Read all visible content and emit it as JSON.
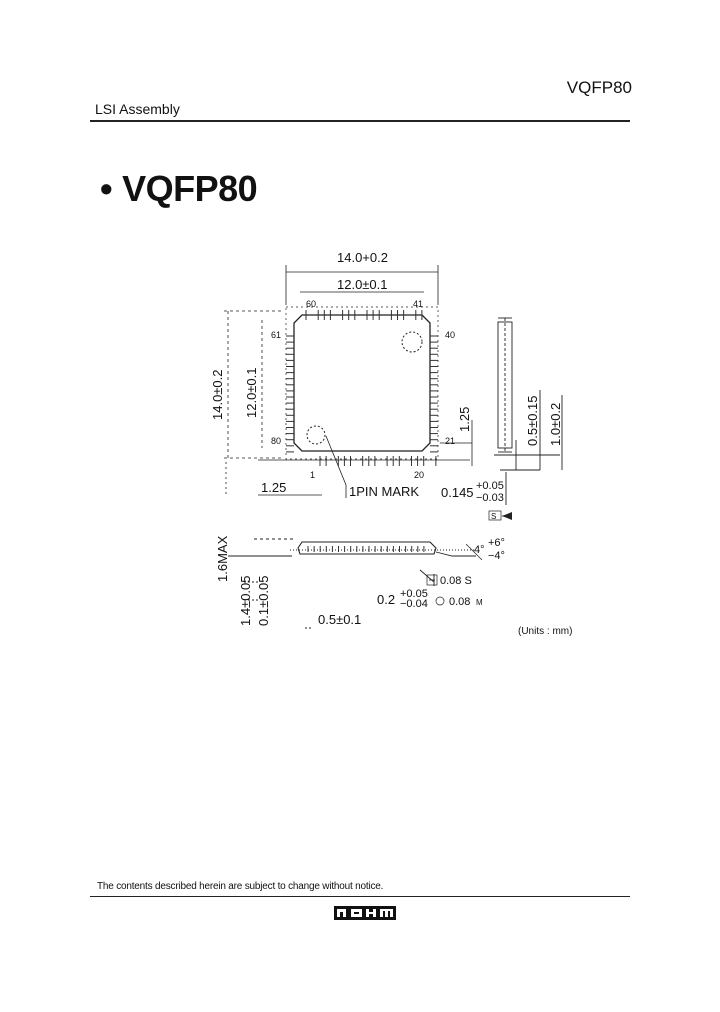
{
  "header": {
    "part_number": "VQFP80",
    "category": "LSI Assembly"
  },
  "title": {
    "bullet": "•",
    "text": "VQFP80"
  },
  "drawing": {
    "dims": {
      "body_outer_width": "14.0+0.2",
      "body_inner_width": "12.0±0.1",
      "body_outer_height": "14.0±0.2",
      "body_inner_height": "12.0±0.1",
      "lead_pitch_offset_right": "1.25",
      "lead_pitch_offset_bottom": "1.25",
      "side_0_5": "0.5±0.15",
      "side_1_0": "1.0±0.2",
      "lead_thickness_base": "0.145",
      "lead_thickness_plus": "+0.05",
      "lead_thickness_minus": "−0.03",
      "height_max": "1.6MAX",
      "standoff_height": "1.4±0.05",
      "standoff_gap": "0.1±0.05",
      "lead_width_base": "0.2",
      "lead_width_plus": "+0.05",
      "lead_width_minus": "−0.04",
      "pitch": "0.5±0.1",
      "angle_base": "4°",
      "angle_plus": "+6°",
      "angle_minus": "−4°",
      "flatness": "0.08 S",
      "position_tol": "0.08",
      "position_symbol": "M"
    },
    "pins": {
      "p1": "1",
      "p20": "20",
      "p21": "21",
      "p40": "40",
      "p41": "41",
      "p60": "60",
      "p61": "61",
      "p80": "80"
    },
    "labels": {
      "pin_mark": "1PIN MARK",
      "units": "(Units : mm)",
      "datum": "S"
    }
  },
  "footer": {
    "notice": "The contents described herein are subject to change without notice.",
    "logo": "ROHM"
  }
}
